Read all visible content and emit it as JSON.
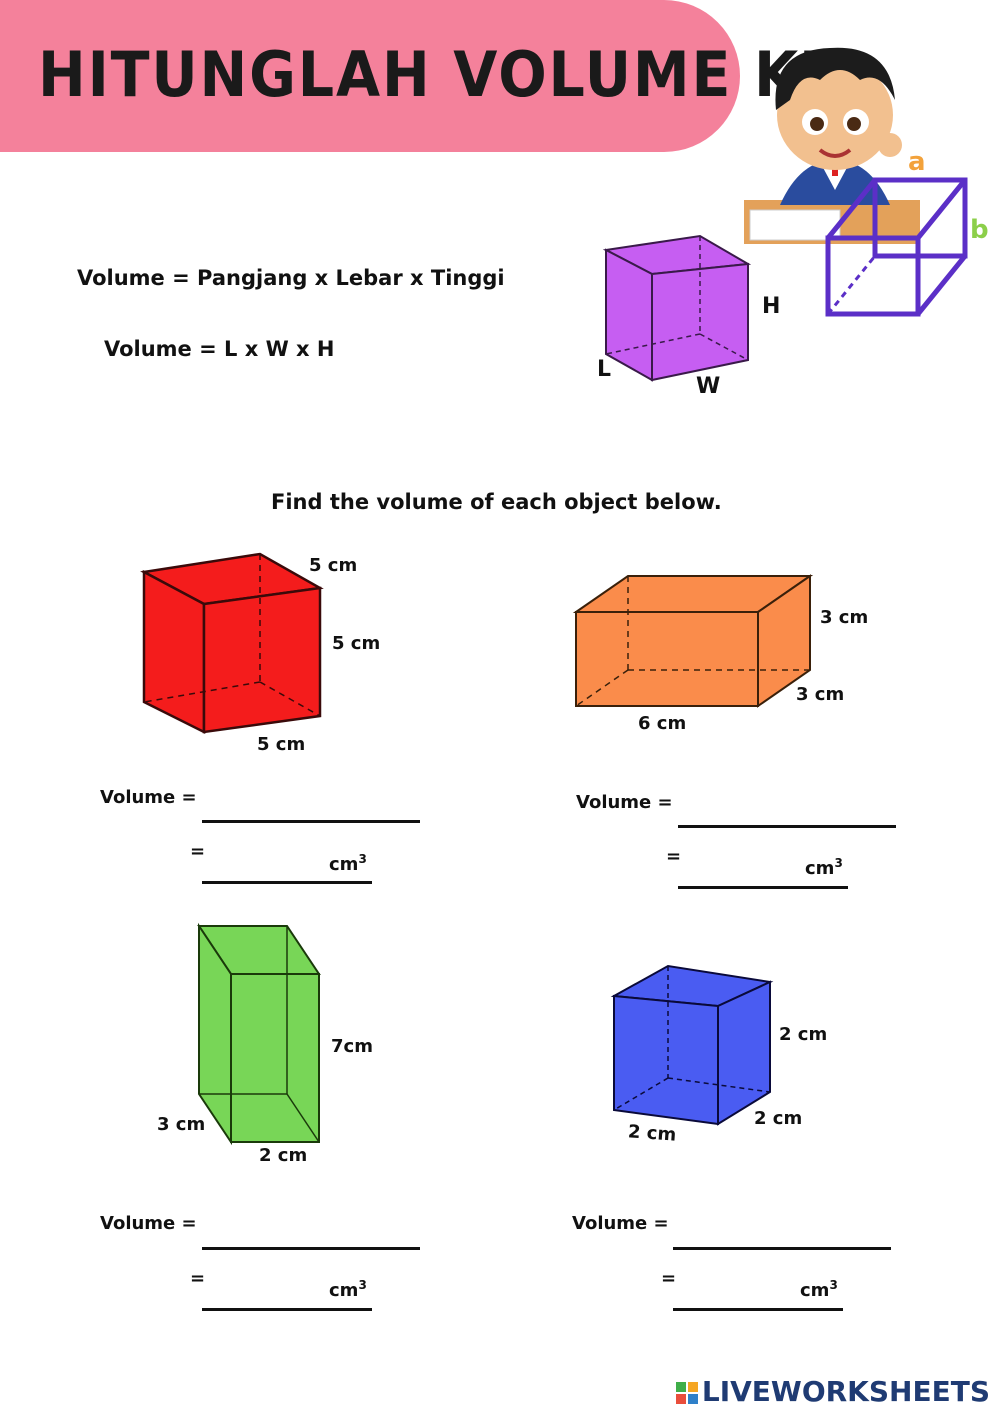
{
  "header": {
    "title": "HITUNGLAH VOLUME KU"
  },
  "formulas": {
    "line1": "Volume = Pangjang x Lebar  x Tinggi",
    "line2": "Volume = L x W x H"
  },
  "diagram_labels": {
    "h": "H",
    "l": "L",
    "w": "W",
    "a": "a",
    "b": "b"
  },
  "instruction": "Find the volume of each object below.",
  "shapes": [
    {
      "name": "red-cube",
      "color": "#f41c1c",
      "dims": [
        "5 cm",
        "5 cm",
        "5 cm"
      ]
    },
    {
      "name": "orange-prism",
      "color": "#fa8c4b",
      "dims": [
        "3 cm",
        "3 cm",
        "6 cm"
      ]
    },
    {
      "name": "green-prism",
      "color": "#78d657",
      "dims": [
        "7cm",
        "3 cm",
        "2 cm"
      ]
    },
    {
      "name": "blue-cube",
      "color": "#4a5cf2",
      "dims": [
        "2 cm",
        "2 cm",
        "2 cm"
      ]
    }
  ],
  "answer": {
    "volume_label": "Volume =",
    "equals": "=",
    "unit": "cm",
    "unit_power": "3"
  },
  "footer": {
    "brand": "LIVEWORKSHEETS"
  },
  "colors": {
    "banner": "#f4819b",
    "purple_cube": "#c65ef2",
    "outline_cube": "#5b2fc7"
  }
}
